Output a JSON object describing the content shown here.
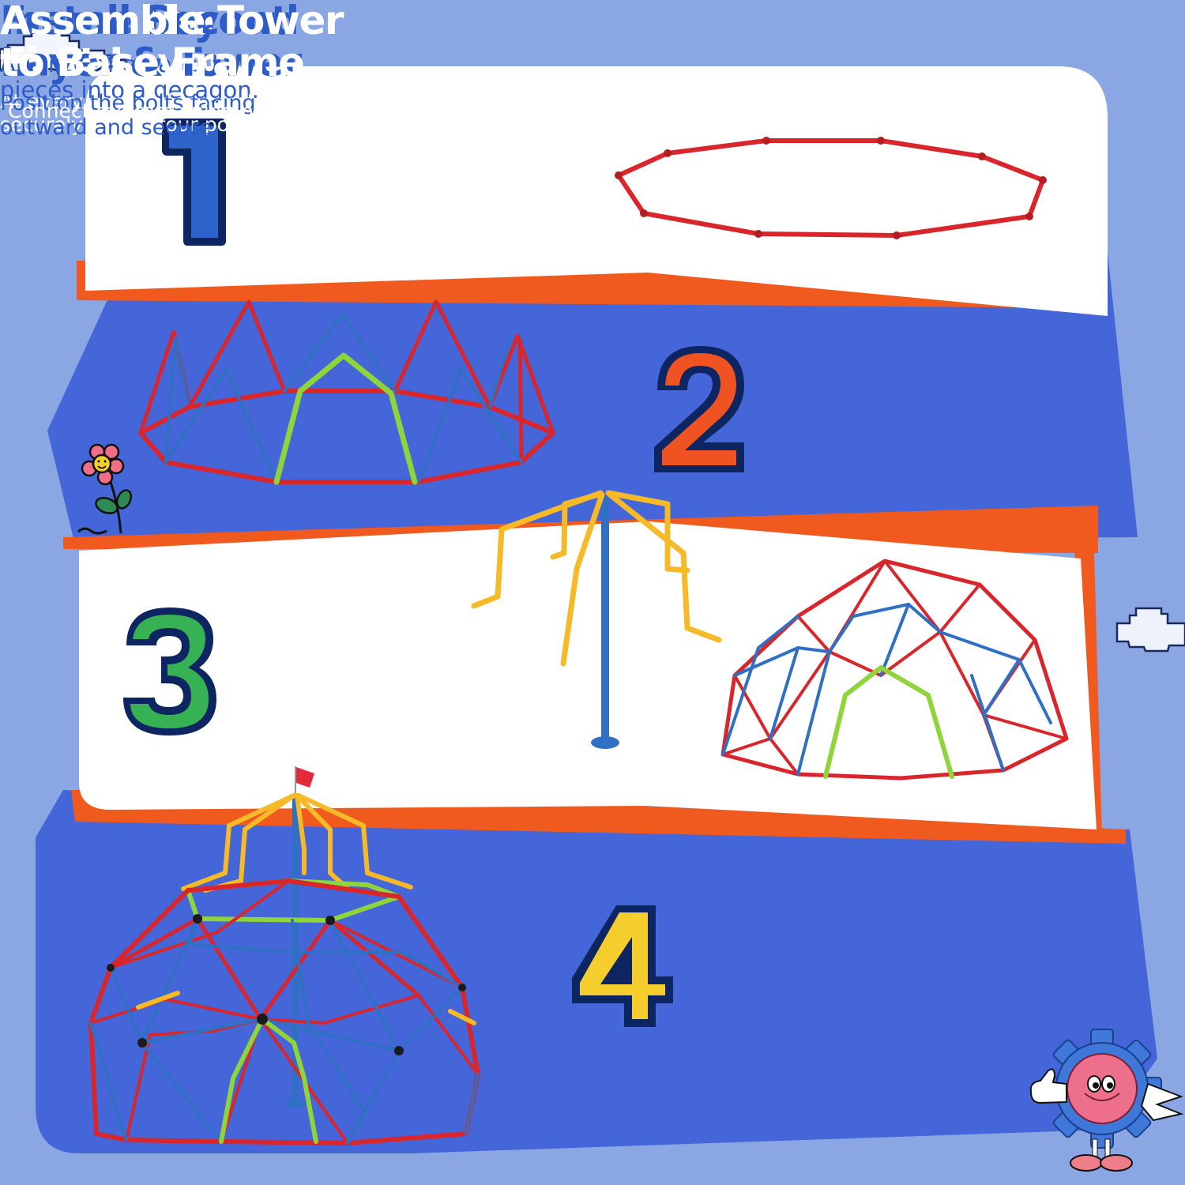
{
  "colors": {
    "background": "#8aa7e3",
    "band_blue": "#4466d8",
    "panel_white": "#ffffff",
    "accent_orange": "#f05a1e",
    "heading_blue": "#2d5cc8",
    "number_outline": "#0d2560",
    "number1_fill": "#2e63c9",
    "number2_fill": "#ee5321",
    "number3_fill": "#36b255",
    "number4_fill": "#f5cd2c",
    "pole_red": "#d8262c",
    "pole_blue": "#2f6fc4",
    "pole_green": "#8ed43a",
    "pole_yellow": "#f6b928"
  },
  "steps": [
    {
      "number": "1",
      "title_lines": [
        "Frame Layout"
      ],
      "desc_lines": [
        "Arrange the base",
        "pieces into a decagon."
      ],
      "illustration": "decagon-base-frame"
    },
    {
      "number": "2",
      "title_lines": [
        "Install the",
        "First Layer"
      ],
      "desc_lines": [
        "At every connection point,",
        "securely attach four poles"
      ],
      "illustration": "first-layer-frame"
    },
    {
      "number": "3",
      "title_lines": [
        "Install Second",
        "Layer & Tower"
      ],
      "desc_lines": [
        "Position the bolts facing",
        "outward and secure"
      ],
      "illustration": "tower-and-second-layer"
    },
    {
      "number": "4",
      "title_lines": [
        "Assemble Tower",
        "to Base Frame"
      ],
      "desc_lines": [
        "Connect the remaining poles"
      ],
      "illustration": "completed-dome-with-tower"
    }
  ],
  "decorations": [
    "pixel-cloud-top-left",
    "pixel-cloud-right",
    "smiling-flower",
    "gear-mascot-thumbs-up",
    "red-flag"
  ]
}
